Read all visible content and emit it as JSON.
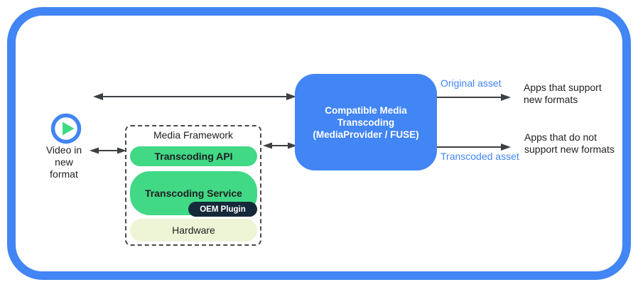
{
  "diagram": {
    "source": {
      "label": "Video in\nnew\nformat"
    },
    "media_framework": {
      "title": "Media Framework",
      "transcoding_api": "Transcoding API",
      "transcoding_service": "Transcoding Service",
      "oem_plugin": "OEM Plugin",
      "hardware": "Hardware"
    },
    "center_box": {
      "label": "Compatible Media\nTranscoding\n(MediaProvider / FUSE)"
    },
    "outputs": {
      "original_asset_label": "Original asset",
      "transcoded_asset_label": "Transcoded asset",
      "apps_support": "Apps that support\nnew formats",
      "apps_not_support": "Apps that do not\nsupport new formats"
    },
    "colors": {
      "frame_blue": "#4285F4",
      "center_box_blue": "#4285F4",
      "pill_green": "#41D886",
      "oem_navy": "#16293A",
      "hardware_fill": "#EEF4D6",
      "arrow_gray": "#3C4043",
      "asset_label_blue": "#4285F4",
      "play_triangle_green": "#3DDC84"
    }
  }
}
